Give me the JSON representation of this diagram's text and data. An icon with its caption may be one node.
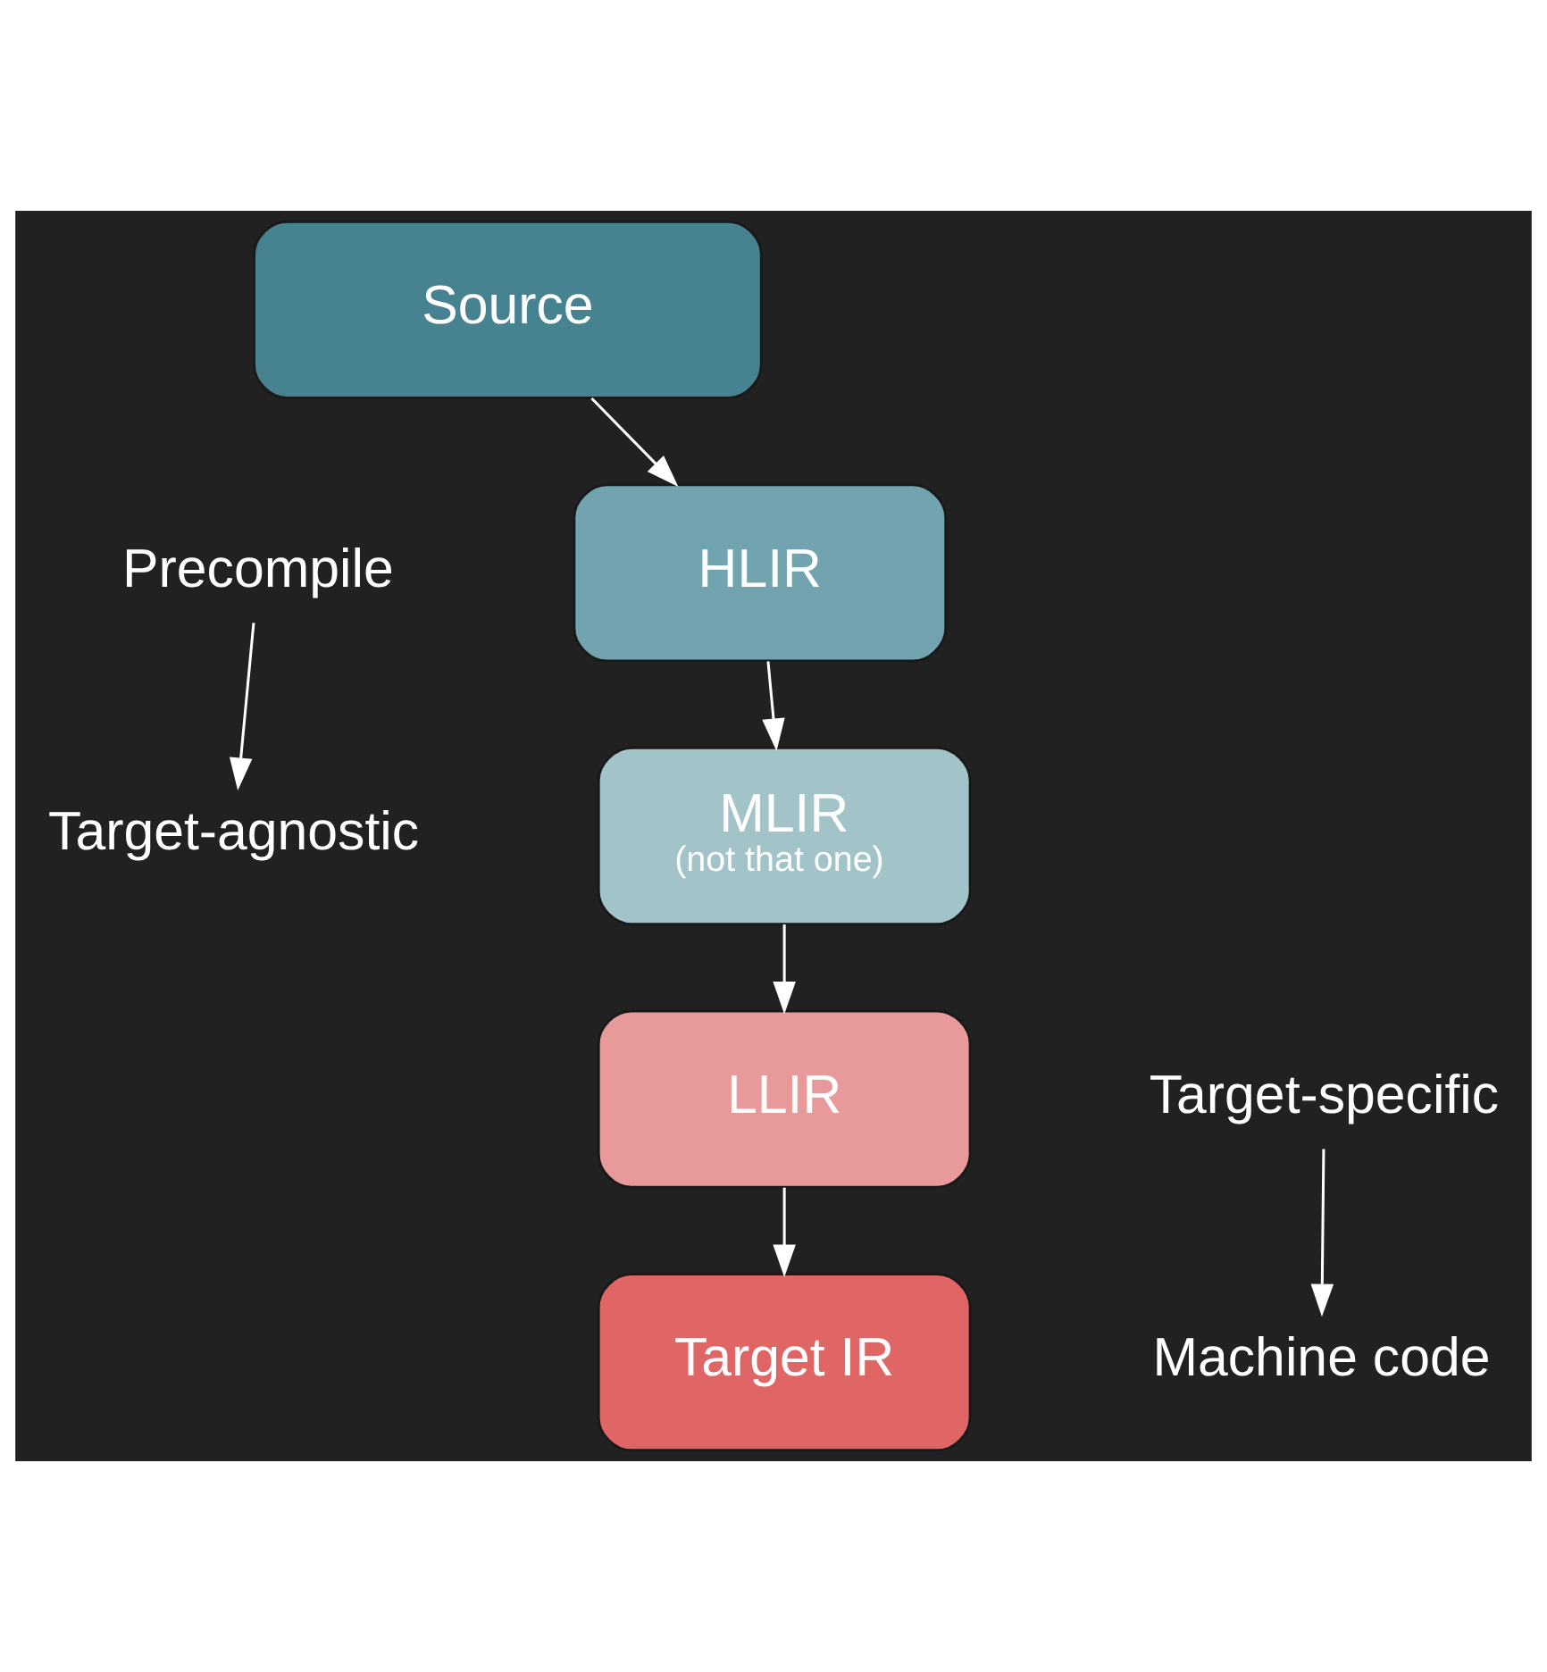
{
  "diagram": {
    "nodes": [
      {
        "text": [
          "Source"
        ]
      },
      {
        "text": [
          "Precompile"
        ]
      },
      {
        "text": [
          "HLIR"
        ]
      },
      {
        "text": [
          "MLIR",
          "(not that one)"
        ]
      },
      {
        "text": [
          "Target-agnostic"
        ]
      },
      {
        "text": [
          "LLIR"
        ]
      },
      {
        "text": [
          "Target-specific"
        ]
      },
      {
        "text": [
          "Target IR"
        ]
      },
      {
        "text": [
          "Machine code"
        ]
      }
    ],
    "edges": [
      {
        "from": 0,
        "to": 2,
        "arrow": "to"
      },
      {
        "from": 2,
        "to": 3,
        "arrow": "to"
      },
      {
        "from": 3,
        "to": 5,
        "arrow": "to"
      },
      {
        "from": 5,
        "to": 7,
        "arrow": "to"
      },
      {
        "from": 1,
        "to": 4,
        "arrow": "to"
      },
      {
        "from": 6,
        "to": 8,
        "arrow": "to"
      }
    ]
  }
}
